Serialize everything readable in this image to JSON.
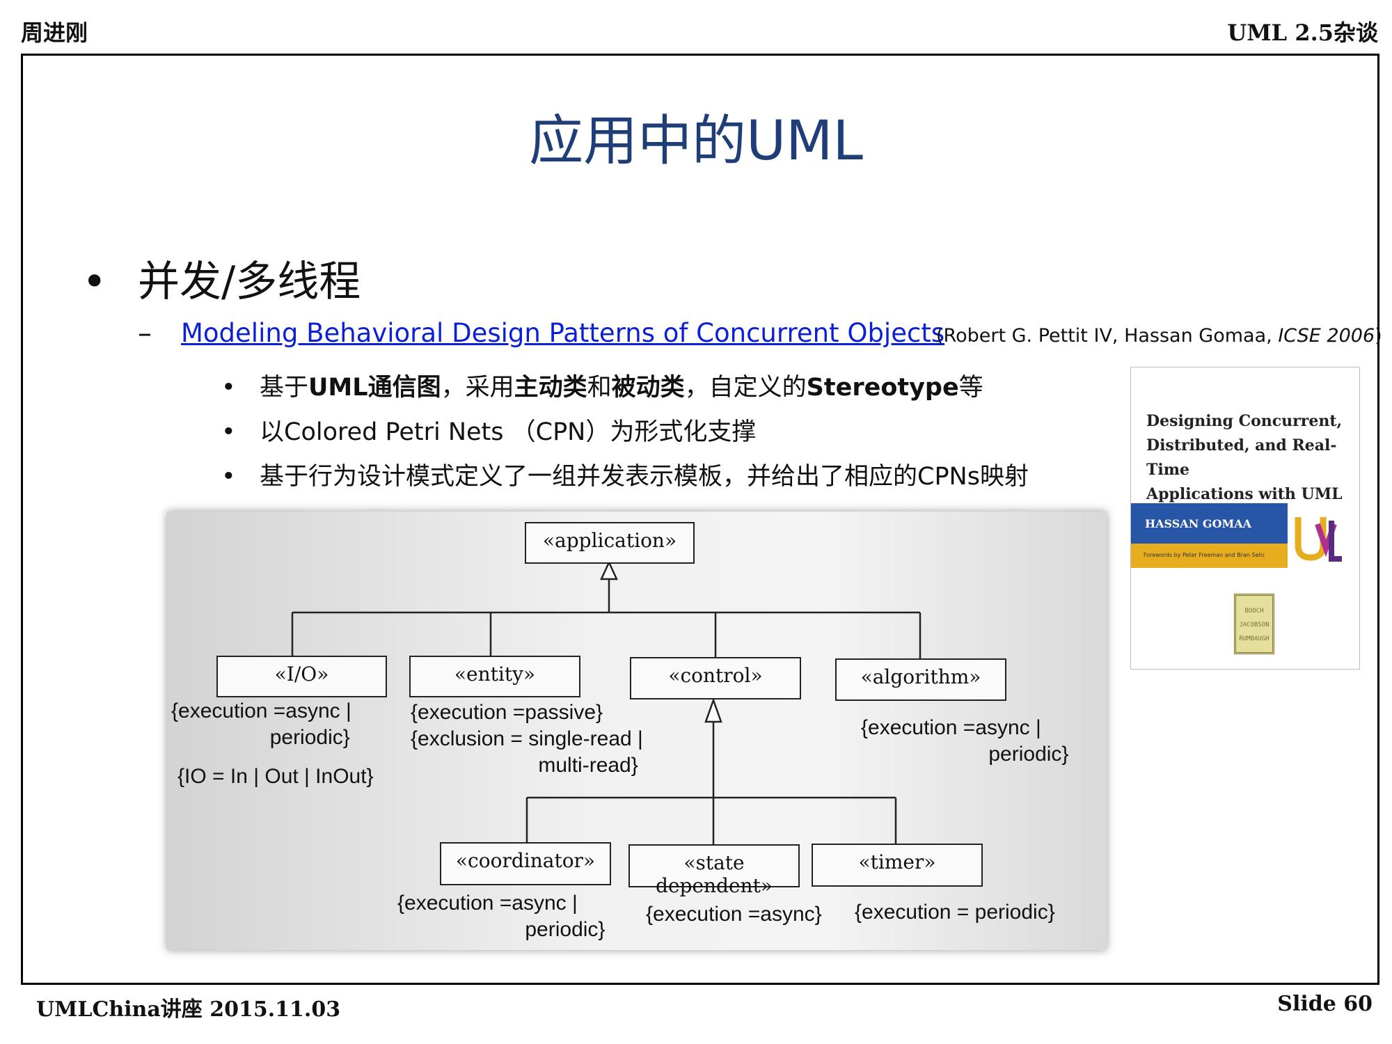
{
  "header": {
    "left": "周进刚",
    "right": "UML 2.5杂谈"
  },
  "title": "应用中的UML",
  "bullet": {
    "symbol": "•",
    "text": "并发/多线程"
  },
  "reference": {
    "dash": "–",
    "link_text": "Modeling Behavioral Design Patterns of Concurrent Objects",
    "authors": "(Robert G. Pettit IV, Hassan Gomaa, ",
    "venue": "ICSE 2006",
    "close": ")"
  },
  "sub_bullets": [
    {
      "symbol": "•",
      "parts": [
        {
          "t": "基于",
          "b": false
        },
        {
          "t": "UML通信图",
          "b": true
        },
        {
          "t": "，采用",
          "b": false
        },
        {
          "t": "主动类",
          "b": true
        },
        {
          "t": "和",
          "b": false
        },
        {
          "t": "被动类",
          "b": true
        },
        {
          "t": "，自定义的",
          "b": false
        },
        {
          "t": "Stereotype",
          "b": true
        },
        {
          "t": "等",
          "b": false
        }
      ]
    },
    {
      "symbol": "•",
      "parts": [
        {
          "t": "以Colored Petri Nets （CPN）为形式化支撑",
          "b": false
        }
      ]
    },
    {
      "symbol": "•",
      "parts": [
        {
          "t": "基于行为设计模式定义了一组并发表示模板，并给出了相应的CPNs映射",
          "b": false
        }
      ]
    }
  ],
  "book": {
    "title_lines": [
      "Designing Concurrent,",
      "Distributed, and Real-Time",
      "Applications with UML"
    ],
    "author": "HASSAN GOMAA",
    "foreword": "Forewords by Peter Freeman and Bran Selic",
    "badge_lines": [
      "BOOCH",
      "JACOBSON",
      "RUMBAUGH"
    ],
    "logo": "UML"
  },
  "diagram": {
    "boxes": {
      "application": "«application»",
      "io": "«I/O»",
      "entity": "«entity»",
      "control": "«control»",
      "algorithm": "«algorithm»",
      "coordinator": "«coordinator»",
      "state_dependent": "«state dependent»",
      "timer": "«timer»"
    },
    "constraints": {
      "io_exec": "{execution =async |\n                 periodic}",
      "io_io": "{IO = In | Out | InOut}",
      "entity": "{execution =passive}\n{exclusion = single-read |\n                      multi-read}",
      "algorithm": "{execution =async |\n                      periodic}",
      "coordinator": "{execution =async |\n                      periodic}",
      "state_dependent": "{execution =async}",
      "timer": "{execution = periodic}"
    }
  },
  "footer": {
    "left": "UMLChina讲座 2015.11.03",
    "right": "Slide   60"
  },
  "colors": {
    "title": "#1f3e78",
    "link": "#0b1fd6",
    "book_band": "#2856a6",
    "book_yellow": "#e6ad1e"
  }
}
